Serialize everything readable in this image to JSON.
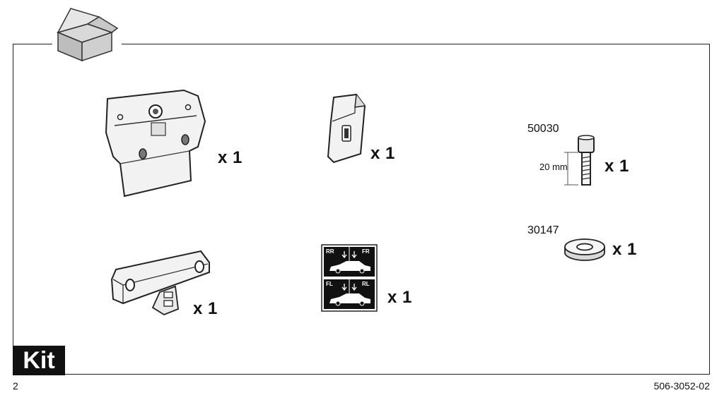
{
  "footer": {
    "page_number": "2",
    "doc_number": "506-3052-02",
    "section_label": "Kit"
  },
  "parts": [
    {
      "id": "bracket",
      "qty": "x 1"
    },
    {
      "id": "clip",
      "qty": "x 1"
    },
    {
      "id": "bolt",
      "part_number": "50030",
      "dimension": "20 mm",
      "qty": "x 1"
    },
    {
      "id": "adapter-plate",
      "qty": "x 1"
    },
    {
      "id": "position-stickers",
      "qty": "x 1",
      "labels": [
        "RR",
        "FR",
        "FL",
        "RL"
      ]
    },
    {
      "id": "washer",
      "part_number": "30147",
      "qty": "x 1"
    }
  ]
}
